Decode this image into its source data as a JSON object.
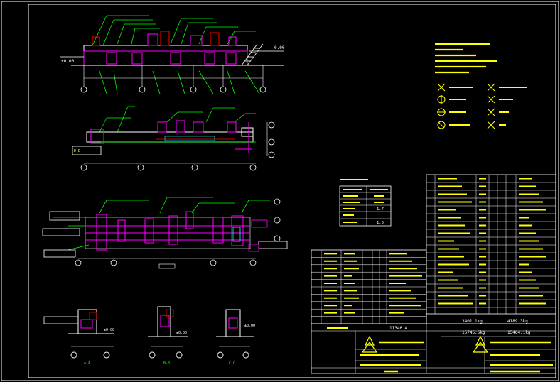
{
  "colors": {
    "background": "#000000",
    "line": "#ffffff",
    "structure": "#ff00ff",
    "leader": "#00ff00",
    "callout": "#00ffff",
    "note": "#ffff00",
    "highlight": "#ff0000"
  },
  "elevation_view": {
    "level_right": "0.00",
    "level_left": "±0.00",
    "axis_marks": [
      "①",
      "②",
      "③",
      "④",
      "⑤"
    ]
  },
  "plan_view": {
    "axis_marks": [
      "①",
      "②",
      "③",
      "④"
    ]
  },
  "section_views": {
    "captions": [
      "A-A",
      "B-B",
      "C-C"
    ],
    "dim_labels": [
      "±0.00",
      "±0.00",
      "±0.00"
    ]
  },
  "legend_symbols": [
    {
      "icon": "valve-cross-icon"
    },
    {
      "icon": "valve-cross-icon"
    },
    {
      "icon": "pump-icon"
    },
    {
      "icon": "valve-cross-icon"
    },
    {
      "icon": "pump-icon"
    },
    {
      "icon": "valve-cross-icon"
    },
    {
      "icon": "pump-icon"
    },
    {
      "icon": "valve-cross-icon"
    }
  ],
  "spec_table": {
    "rows": [
      {
        "label": "",
        "value": ""
      },
      {
        "label": "",
        "value": ""
      },
      {
        "label": "",
        "value": ""
      },
      {
        "label": "",
        "value": "1.7"
      },
      {
        "label": "",
        "value": ""
      },
      {
        "label": "",
        "value": "1.0"
      }
    ]
  },
  "totals": {
    "weight_a": "3401.1kg",
    "weight_b": "15745.5kg",
    "weight_c": "4189.3kg",
    "weight_d": "15464.1kg"
  },
  "title_block": {
    "label": "11346.4"
  }
}
